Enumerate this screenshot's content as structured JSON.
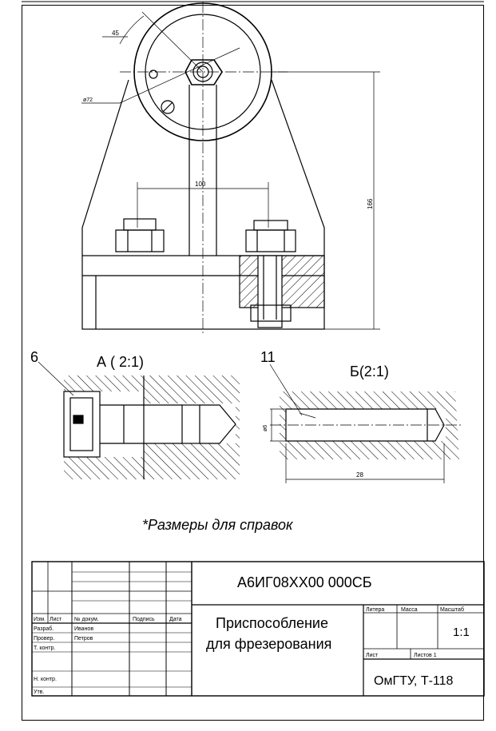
{
  "views": {
    "section_a": {
      "number": "6",
      "label": "А ( 2:1)"
    },
    "section_b": {
      "number": "11",
      "label": "Б(2:1)"
    }
  },
  "dimensions": {
    "angle": "45",
    "diameter": "ø72",
    "width_100": "100",
    "height_166": "166",
    "pin_diameter": "ø6",
    "pin_length": "28"
  },
  "note": "*Размеры для справок",
  "title_block": {
    "code": "А6ИГ08ХХ00 000СБ",
    "name_line1": "Приспособление",
    "name_line2": "для фрезерования",
    "organization": "ОмГТУ, Т-118",
    "scale_value": "1:1",
    "headers": {
      "izm": "Изм.",
      "list": "Лист",
      "doc": "№ докум.",
      "sign": "Подпись",
      "date": "Дата",
      "litera": "Литера",
      "mass": "Масса",
      "scale": "Масштаб",
      "sheet": "Лист",
      "sheets": "Листов 1"
    },
    "rows": [
      {
        "role": "Разраб.",
        "name": "Иванов"
      },
      {
        "role": "Провер.",
        "name": "Петров"
      },
      {
        "role": "Т. контр.",
        "name": ""
      },
      {
        "role": "Н. контр.",
        "name": ""
      },
      {
        "role": "Утв.",
        "name": ""
      }
    ]
  }
}
